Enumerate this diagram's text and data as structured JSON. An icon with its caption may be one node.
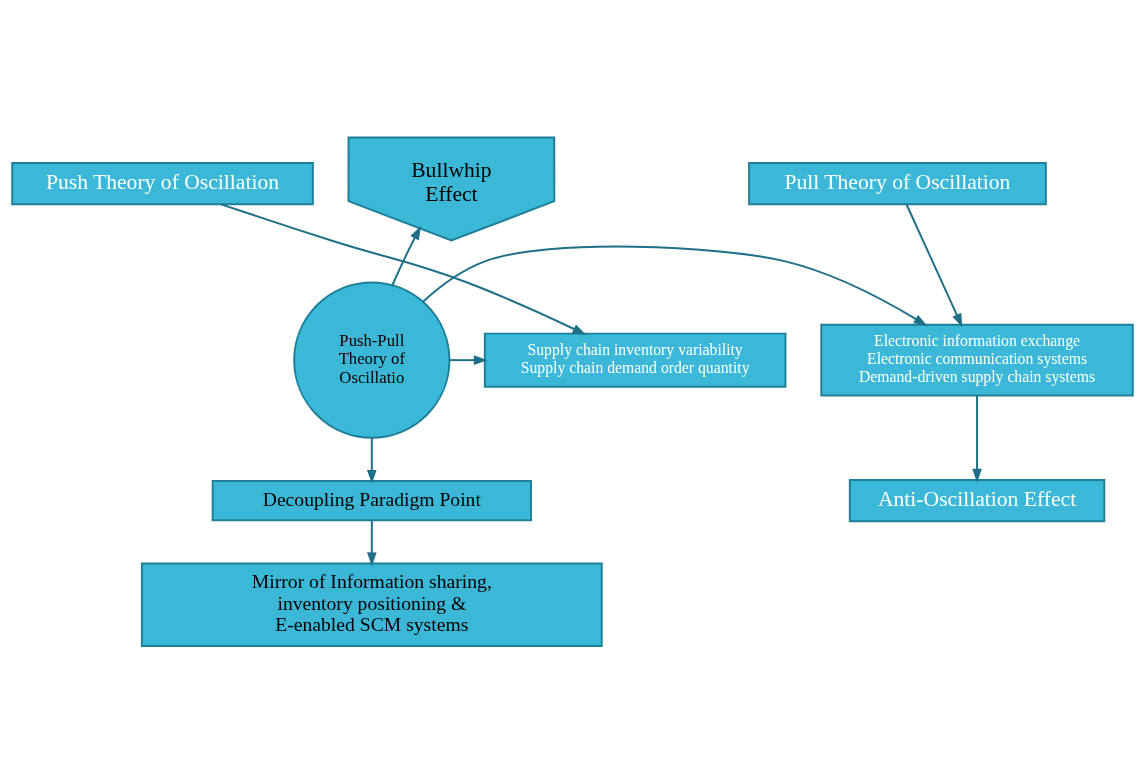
{
  "diagram": {
    "nodes": [
      {
        "text": [
          "Bullwhip Effect"
        ]
      },
      {
        "text": [
          "Push Theory of Oscillation"
        ]
      },
      {
        "text": [
          "Pull Theory of Oscillation"
        ]
      },
      {
        "text": [
          "Supply chain inventory variability",
          "Supply chain demand order quantity"
        ]
      },
      {
        "text": [
          "Push-Pull Theory of Oscillatio"
        ]
      },
      {
        "text": [
          "Electronic information exchange",
          "Electronic communication systems",
          "Demand-driven supply chain systems"
        ]
      },
      {
        "text": [
          "Anti-Oscillation Effect"
        ]
      },
      {
        "text": [
          "Decoupling Paradigm Point"
        ]
      },
      {
        "text": [
          "Mirror of Information sharing, inventory positioning & E-enabled SCM systems"
        ]
      }
    ],
    "edges": [
      {
        "from": 1,
        "to": 3,
        "arrow": "to"
      },
      {
        "from": 2,
        "to": 5,
        "arrow": "to"
      },
      {
        "from": 5,
        "to": 6,
        "arrow": "to"
      },
      {
        "from": 4,
        "to": 0,
        "arrow": "to"
      },
      {
        "from": 4,
        "to": 3,
        "arrow": "to"
      },
      {
        "from": 4,
        "to": 5,
        "arrow": "to"
      },
      {
        "from": 4,
        "to": 7,
        "arrow": "to"
      },
      {
        "from": 7,
        "to": 8,
        "arrow": "to"
      }
    ]
  }
}
